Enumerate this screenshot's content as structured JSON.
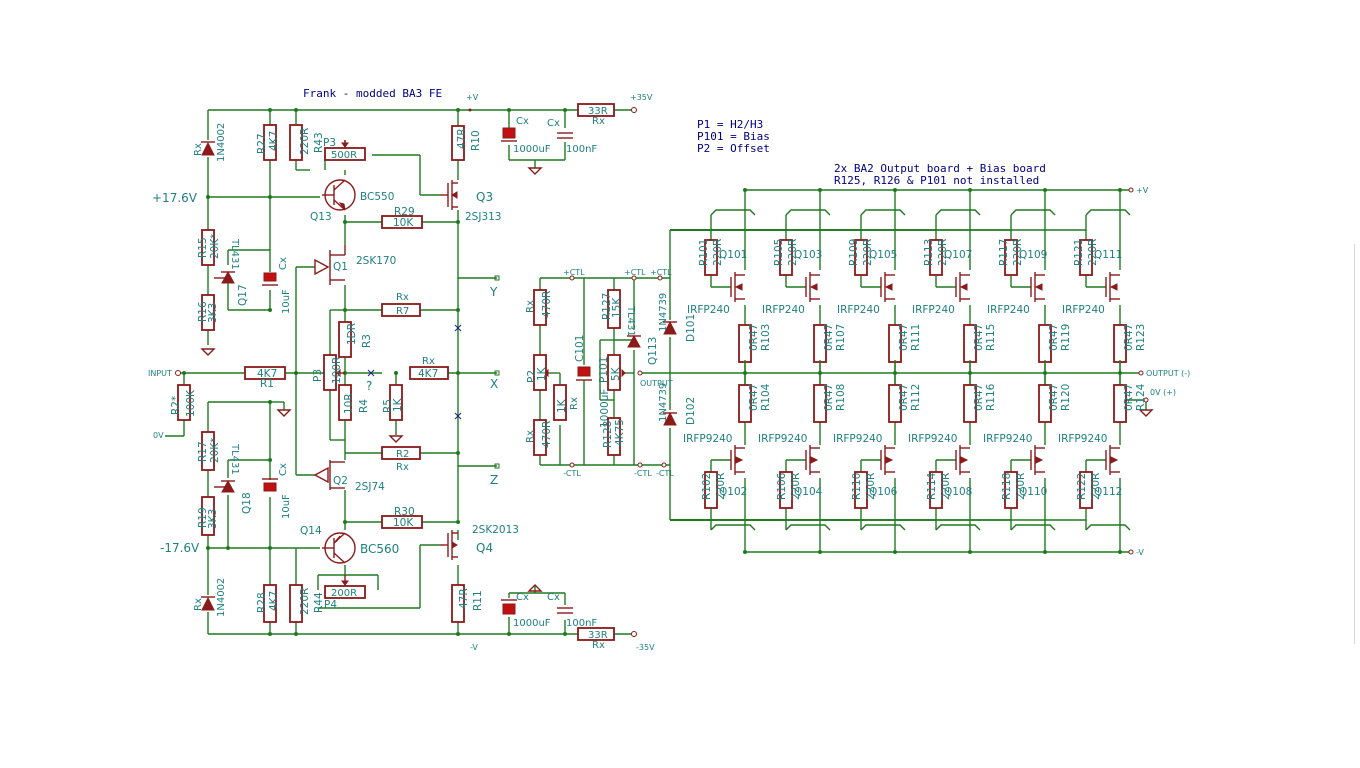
{
  "title": "Frank - modded BA3 FE",
  "notes": [
    "P1   = H2/H3",
    "P101 = Bias",
    "P2 = Offset"
  ],
  "output_board": {
    "line1": "2x BA2 Output board + Bias board",
    "line2": "R125, R126 & P101 not installed"
  },
  "rails": {
    "pos_ref": "+17.6V",
    "neg_ref": "-17.6V",
    "v_plus": "+V",
    "v_minus": "-V",
    "supply_plus": "+35V",
    "supply_minus": "-35V",
    "input": "INPUT",
    "zero_v": "0V",
    "output": "OUTPUT",
    "output_minus": "OUTPUT (-)",
    "zero_v_plus": "0V (+)",
    "ctl_plus": "+CTL",
    "ctl_minus": "-CTL"
  },
  "nodes": {
    "y": "Y",
    "x": "X",
    "z": "Z",
    "q": "?"
  },
  "fe": {
    "D_top_ref": "Rx",
    "D_top_val": "1N4002",
    "D_bot_ref": "Rx",
    "D_bot_val": "1N4002",
    "R27_ref": "R27",
    "R27_val": "4K7",
    "R43_ref": "R43",
    "R43_val": "220R",
    "P3_top_ref": "P3",
    "P3_top_val": "500R",
    "R10_ref": "R10",
    "R10_val": "47R",
    "Cx1_ref": "Cx",
    "Cx1_val": "1000uF",
    "Cx2_ref": "Cx",
    "Cx2_val": "100nF",
    "Rx_top_ref": "Rx",
    "Rx_top_val": "33R",
    "Q13_ref": "Q13",
    "Q13_val": "BC550",
    "Q3_ref": "Q3",
    "Q3_val": "2SJ313",
    "R29_ref": "R29",
    "R29_val": "10K",
    "R15_ref": "R15",
    "R15_val": "20K*",
    "Q17_ref": "Q17",
    "Q17_val": "TL431",
    "R16_ref": "R16",
    "R16_val": "3K3",
    "Cx3_ref": "Cx",
    "Cx3_val": "10uF",
    "Q1_ref": "Q1",
    "Q1_val": "2SK170",
    "R7_ref": "R7",
    "R7_val": "Rx",
    "R3_ref": "R3",
    "R3_val": "1DR",
    "P3_mid_ref": "P3",
    "P3_mid_val": "100R",
    "R4_ref": "R4",
    "R4_val": "10R",
    "R1_ref": "R1",
    "R1_val": "4K7",
    "R5_ref": "R5",
    "R5_val": "1K",
    "Rx_mid_ref": "Rx",
    "Rx_mid_val": "4K7",
    "R2_ref": "R2",
    "R2_val": "Rx",
    "R2s_ref": "R2*",
    "R2s_val": "100K",
    "R17_ref": "R17",
    "R17_val": "20K*",
    "Q18_ref": "Q18",
    "Q18_val": "TL431",
    "R19_ref": "R19",
    "R19_val": "3K3",
    "Cx4_ref": "Cx",
    "Cx4_val": "10uF",
    "Q2_ref": "Q2",
    "Q2_val": "2SJ74",
    "R30_ref": "R30",
    "R30_val": "10K",
    "Q4_ref": "Q4",
    "Q4_val": "2SK2013",
    "Q14_ref": "Q14",
    "Q14_val": "BC560",
    "R28_ref": "R28",
    "R28_val": "4K7",
    "R44_ref": "R44",
    "R44_val": "220R",
    "P4_ref": "P4",
    "P4_val": "200R",
    "R11_ref": "R11",
    "R11_val": "47R",
    "Cx5_ref": "Cx",
    "Cx5_val": "1000uF",
    "Cx6_ref": "Cx",
    "Cx6_val": "100nF",
    "Rx_bot_ref": "Rx",
    "Rx_bot_val": "33R"
  },
  "bias": {
    "P2_ref": "P2",
    "P2_val": "1K",
    "Rx_a_ref": "Rx",
    "Rx_a_val": "470R",
    "Rx_b_ref": "Rx",
    "Rx_b_val": "470R",
    "C101_ref": "C101",
    "C101_val": "1000uF",
    "Rx_c_ref": "Rx",
    "Rx_c_val": "1K",
    "R127_ref": "R127",
    "R127_val": "15K",
    "P101_ref": "P101",
    "P101_val": "5K",
    "R128_ref": "R128",
    "R128_val": "4K75",
    "Q113_ref": "Q113",
    "Q113_val": "TL431",
    "D101_ref": "D101",
    "D101_val": "1N4739",
    "D102_ref": "D102",
    "D102_val": "1N4739"
  },
  "output_top": [
    {
      "gate_ref": "R101",
      "gate_val": "220R",
      "q_ref": "Q101",
      "q_val": "IRFP240",
      "src_ref": "R103",
      "src_val": "0R47"
    },
    {
      "gate_ref": "R105",
      "gate_val": "220R",
      "q_ref": "Q103",
      "q_val": "IRFP240",
      "src_ref": "R107",
      "src_val": "0R47"
    },
    {
      "gate_ref": "R109",
      "gate_val": "220R",
      "q_ref": "Q105",
      "q_val": "IRFP240",
      "src_ref": "R111",
      "src_val": "0R47"
    },
    {
      "gate_ref": "R113",
      "gate_val": "220R",
      "q_ref": "Q107",
      "q_val": "IRFP240",
      "src_ref": "R115",
      "src_val": "0R47"
    },
    {
      "gate_ref": "R117",
      "gate_val": "220R",
      "q_ref": "Q109",
      "q_val": "IRFP240",
      "src_ref": "R119",
      "src_val": "0R47"
    },
    {
      "gate_ref": "R121",
      "gate_val": "220R",
      "q_ref": "Q111",
      "q_val": "IRFP240",
      "src_ref": "R123",
      "src_val": "0R47"
    }
  ],
  "output_bot": [
    {
      "gate_ref": "R102",
      "gate_val": "220R",
      "q_ref": "Q102",
      "q_val": "IRFP9240",
      "src_ref": "R104",
      "src_val": "0R47"
    },
    {
      "gate_ref": "R106",
      "gate_val": "220R",
      "q_ref": "Q104",
      "q_val": "IRFP9240",
      "src_ref": "R108",
      "src_val": "0R47"
    },
    {
      "gate_ref": "R110",
      "gate_val": "220R",
      "q_ref": "Q106",
      "q_val": "IRFP9240",
      "src_ref": "R112",
      "src_val": "0R47"
    },
    {
      "gate_ref": "R114",
      "gate_val": "220R",
      "q_ref": "Q108",
      "q_val": "IRFP9240",
      "src_ref": "R116",
      "src_val": "0R47"
    },
    {
      "gate_ref": "R118",
      "gate_val": "220R",
      "q_ref": "Q110",
      "q_val": "IRFP9240",
      "src_ref": "R120",
      "src_val": "0R47"
    },
    {
      "gate_ref": "R122",
      "gate_val": "220R",
      "q_ref": "Q112",
      "q_val": "IRFP9240",
      "src_ref": "R124",
      "src_val": "0R47"
    }
  ]
}
